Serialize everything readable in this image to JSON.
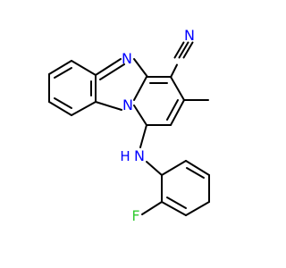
{
  "molecule": {
    "atoms": {
      "nitrile_n": {
        "symbol": "N",
        "color": "#0000ff"
      },
      "ring_n_imine": {
        "symbol": "N",
        "color": "#0000ff"
      },
      "ring_n_bridge": {
        "symbol": "N",
        "color": "#0000ff"
      },
      "amine_n": {
        "symbol": "N",
        "color": "#0000ff"
      },
      "amine_h": {
        "symbol": "H",
        "color": "#0000ff"
      },
      "fluorine": {
        "symbol": "F",
        "color": "#33cc33"
      }
    },
    "colors": {
      "bond": "#000000",
      "nitrogen": "#0000ff",
      "fluorine": "#33cc33",
      "background": "#ffffff"
    }
  }
}
